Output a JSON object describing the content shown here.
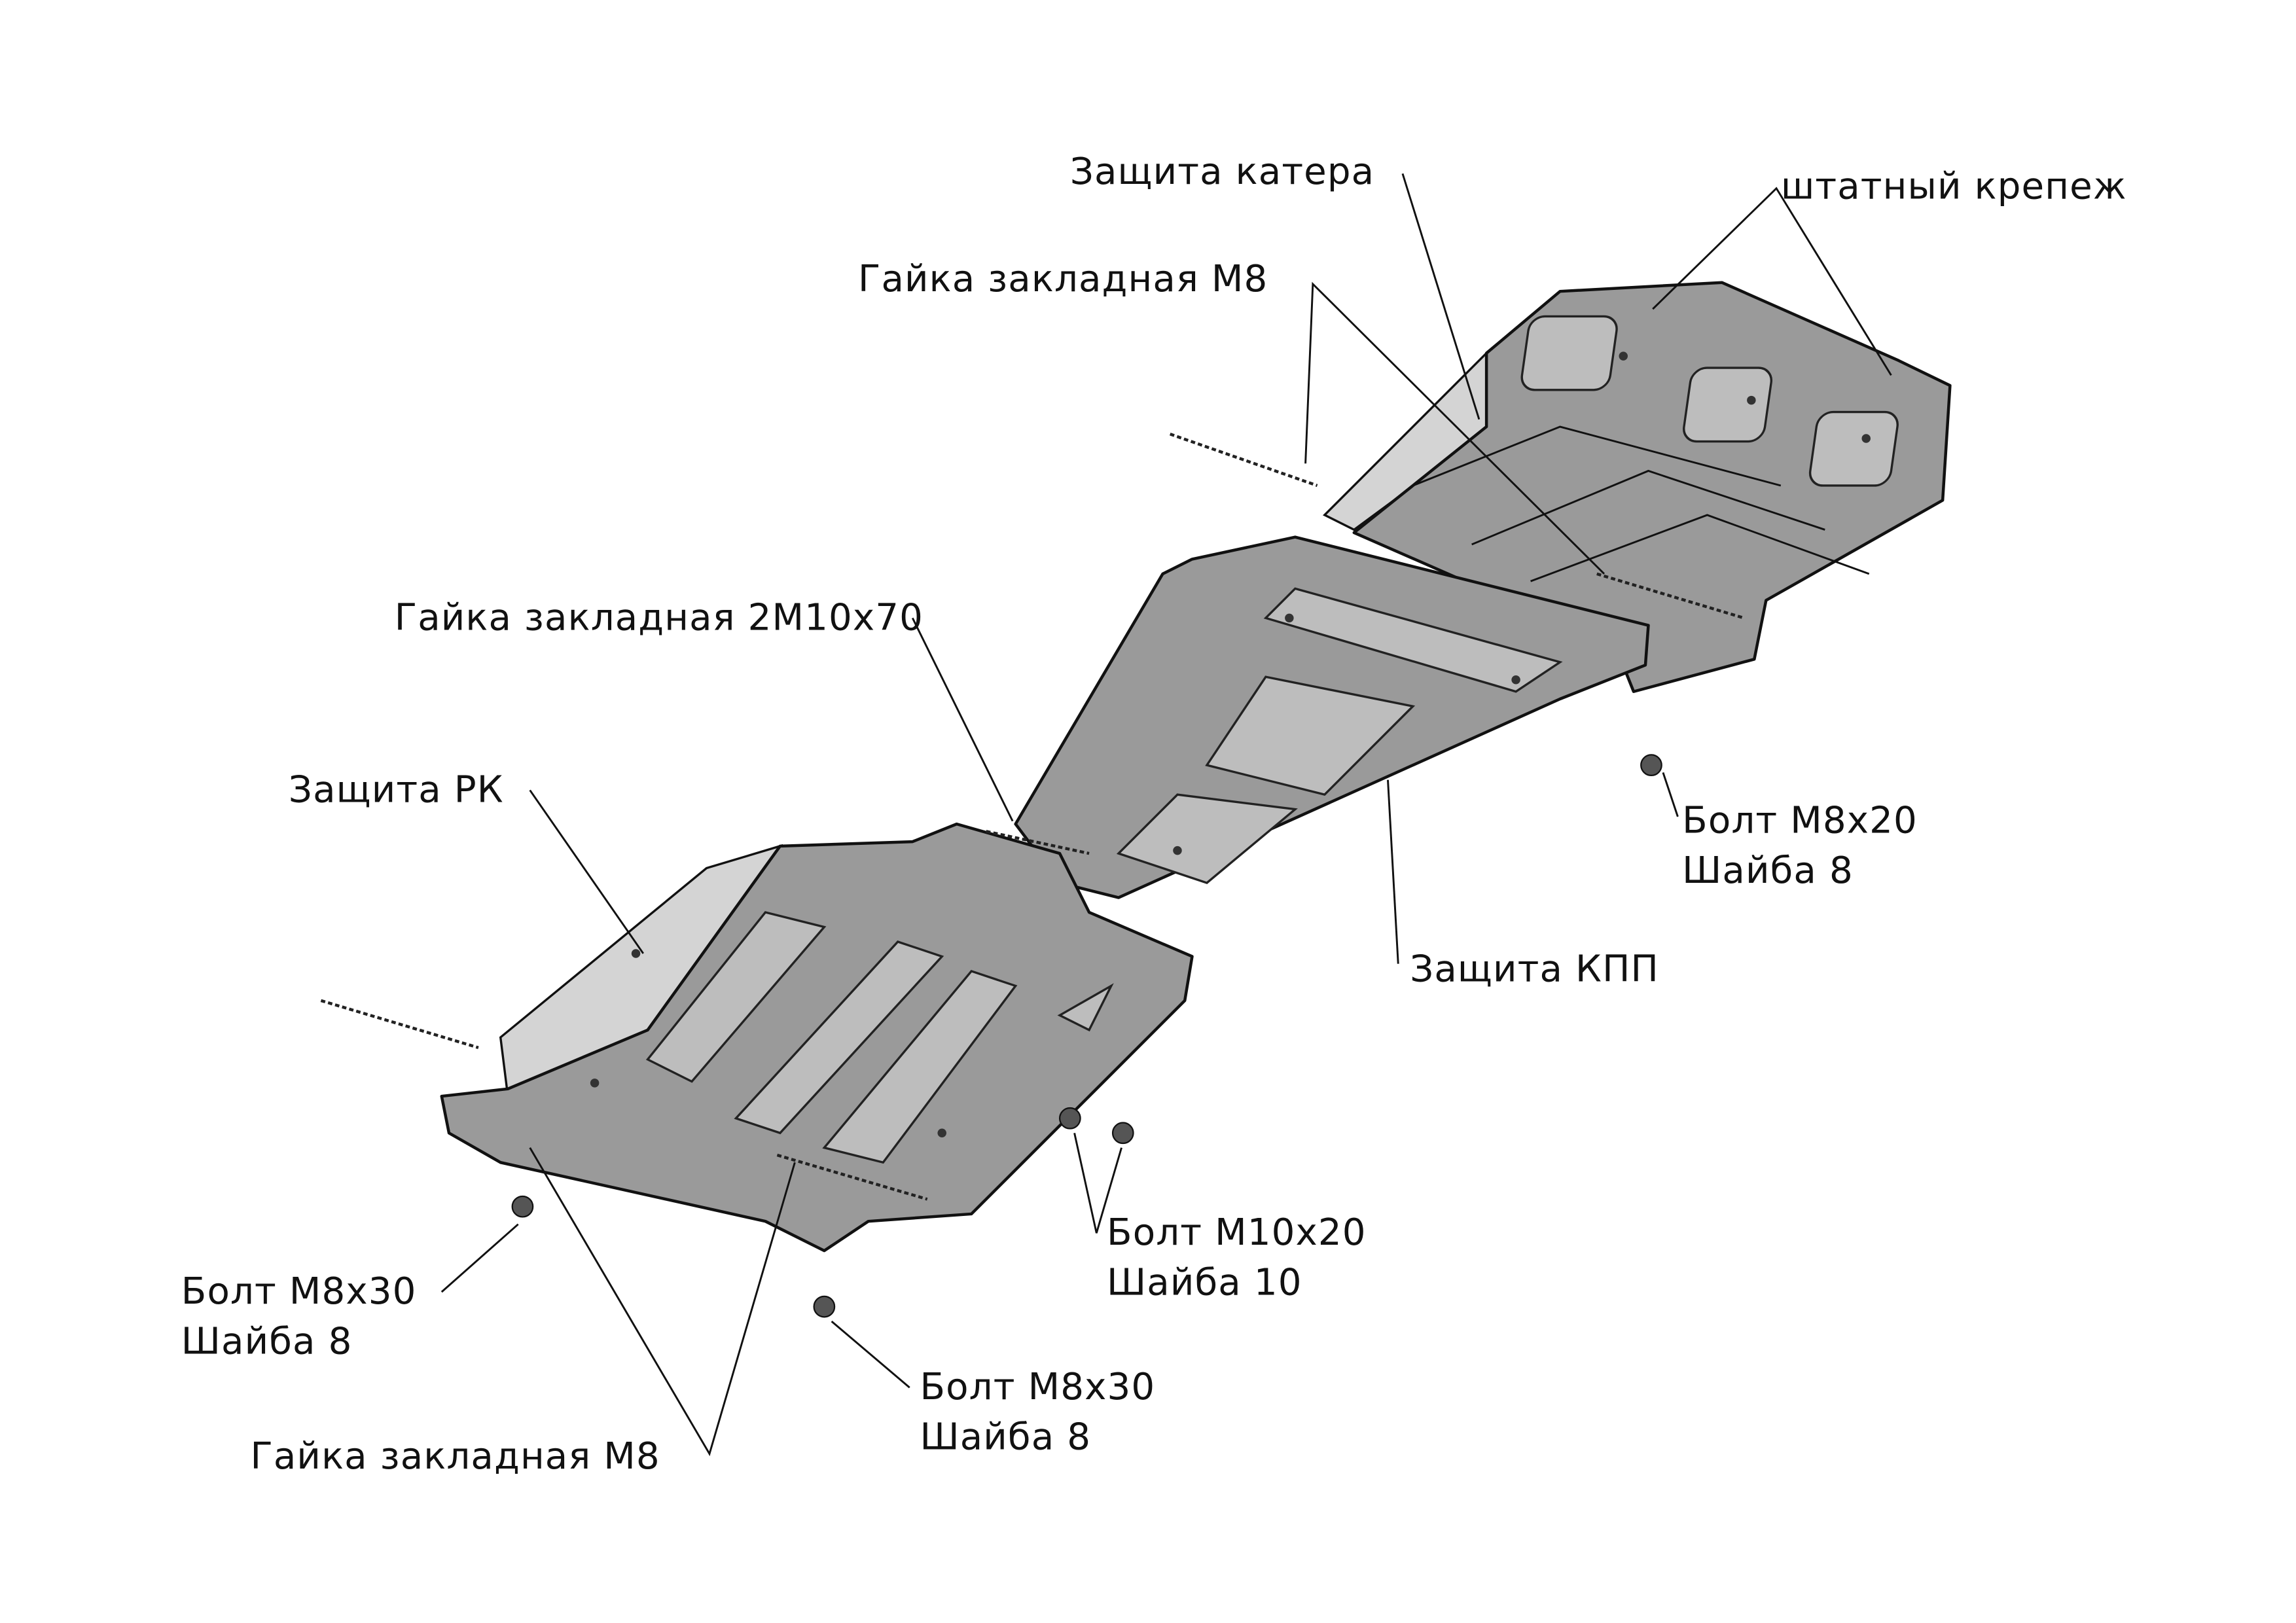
{
  "labels": {
    "crankcase_protection": "Защита катера",
    "standard_fastener": "штатный крепеж",
    "nut_m8_top": "Гайка закладная М8",
    "nut_2m10x70": "Гайка закладная 2М10х70",
    "transfer_case_protection": "Защита РК",
    "bolt_m8x20": "Болт М8х20",
    "washer_8_right": "Шайба 8",
    "gearbox_protection": "Защита КПП",
    "bolt_m10x20": "Болт М10х20",
    "washer_10": "Шайба 10",
    "bolt_m8x30_left": "Болт М8х30",
    "washer_8_left": "Шайба 8",
    "bolt_m8x30_center": "Болт М8х30",
    "washer_8_center": "Шайба 8",
    "nut_m8_bottom": "Гайка закладная М8"
  }
}
